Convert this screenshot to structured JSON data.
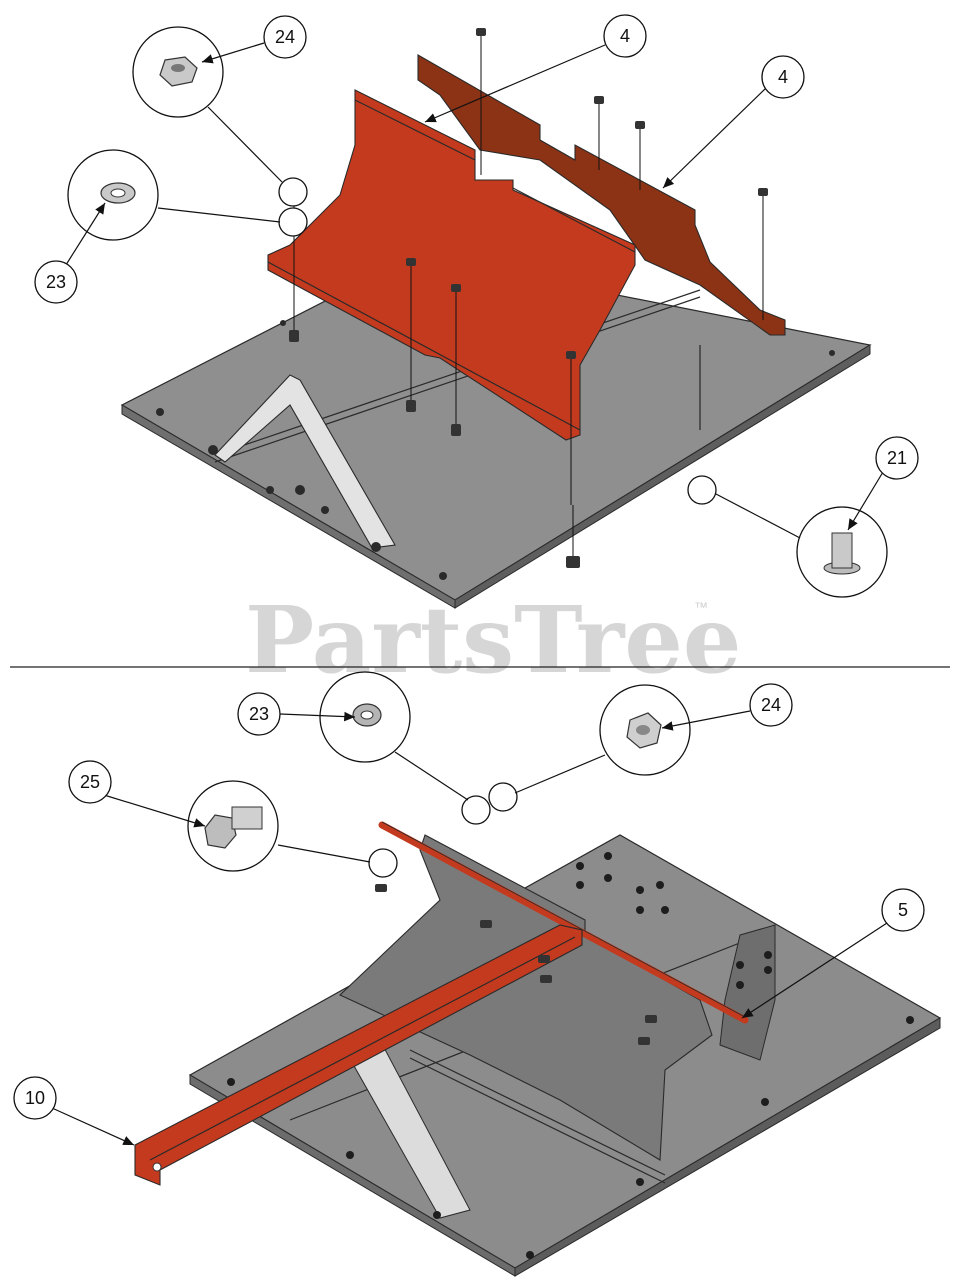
{
  "watermark": {
    "text": "PartsTree",
    "trademark": "™"
  },
  "callouts": [
    {
      "label": "24"
    },
    {
      "label": "4"
    },
    {
      "label": "4"
    },
    {
      "label": "23"
    },
    {
      "label": "21"
    },
    {
      "label": "23"
    },
    {
      "label": "24"
    },
    {
      "label": "25"
    },
    {
      "label": "5"
    },
    {
      "label": "10"
    }
  ],
  "colors": {
    "orange": "#c43a1e",
    "orange_dark": "#8c3316",
    "gray": "#8f8f8f",
    "gray_light": "#d9d9d9"
  }
}
